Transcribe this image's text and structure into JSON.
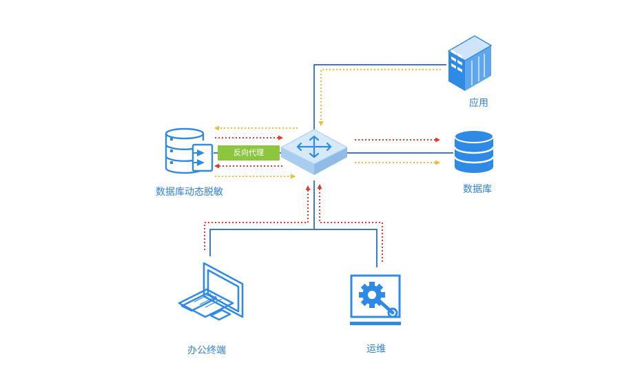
{
  "nodes": {
    "app": {
      "label": "应用"
    },
    "database": {
      "label": "数据库"
    },
    "masking": {
      "label": "数据库动态脱敏"
    },
    "office": {
      "label": "办公终端"
    },
    "ops": {
      "label": "运维"
    }
  },
  "proxy": {
    "label": "反向代理"
  },
  "icons": {
    "switch": "network-switch-icon",
    "app": "server-rack-icon",
    "database": "database-cylinder-icon",
    "masking": "masking-database-icon",
    "office": "desktop-computer-icon",
    "ops": "gear-wrench-monitor-icon"
  },
  "colors": {
    "link": "#3f78c8",
    "request_flow": "#e8362d",
    "response_flow": "#f5b82b",
    "icon_blue": "#2f8ae6",
    "label_blue": "#2f7fd8",
    "proxy_green": "#8cc63f"
  }
}
